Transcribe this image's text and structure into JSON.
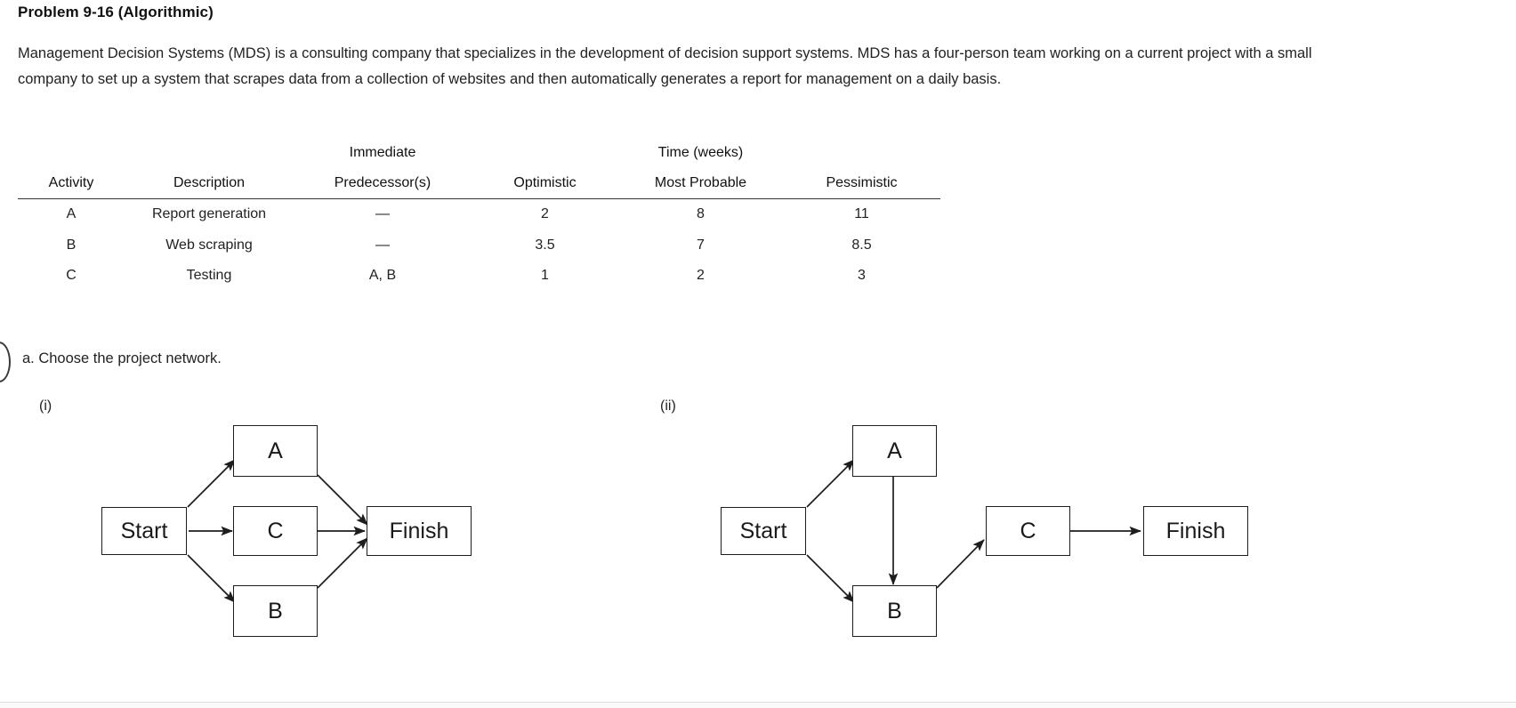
{
  "problem": {
    "title": "Problem 9-16 (Algorithmic)",
    "intro": "Management Decision Systems (MDS) is a consulting company that specializes in the development of decision support systems. MDS has a four-person team working on a current project with a small company to set up a system that scrapes data from a collection of websites and then automatically generates a report for management on a daily basis."
  },
  "table": {
    "group_headers": {
      "immediate": "Immediate",
      "time": "Time (weeks)"
    },
    "columns": [
      "Activity",
      "Description",
      "Predecessor(s)",
      "Optimistic",
      "Most Probable",
      "Pessimistic"
    ],
    "rows": [
      {
        "activity": "A",
        "description": "Report generation",
        "predecessors": "—",
        "optimistic": "2",
        "most_probable": "8",
        "pessimistic": "11"
      },
      {
        "activity": "B",
        "description": "Web scraping",
        "predecessors": "—",
        "optimistic": "3.5",
        "most_probable": "7",
        "pessimistic": "8.5"
      },
      {
        "activity": "C",
        "description": "Testing",
        "predecessors": "A, B",
        "optimistic": "1",
        "most_probable": "2",
        "pessimistic": "3"
      }
    ]
  },
  "question": {
    "part_a": "a. Choose the project network."
  },
  "networks": [
    {
      "label": "(i)",
      "nodes": [
        {
          "id": "start",
          "text": "Start"
        },
        {
          "id": "a",
          "text": "A"
        },
        {
          "id": "c",
          "text": "C"
        },
        {
          "id": "b",
          "text": "B"
        },
        {
          "id": "finish",
          "text": "Finish"
        }
      ],
      "edges": [
        {
          "from": "start",
          "to": "a"
        },
        {
          "from": "start",
          "to": "c"
        },
        {
          "from": "start",
          "to": "b"
        },
        {
          "from": "a",
          "to": "finish"
        },
        {
          "from": "c",
          "to": "finish"
        },
        {
          "from": "b",
          "to": "finish"
        }
      ]
    },
    {
      "label": "(ii)",
      "nodes": [
        {
          "id": "start",
          "text": "Start"
        },
        {
          "id": "a",
          "text": "A"
        },
        {
          "id": "b",
          "text": "B"
        },
        {
          "id": "c",
          "text": "C"
        },
        {
          "id": "finish",
          "text": "Finish"
        }
      ],
      "edges": [
        {
          "from": "start",
          "to": "a"
        },
        {
          "from": "start",
          "to": "b"
        },
        {
          "from": "a",
          "to": "b"
        },
        {
          "from": "b",
          "to": "c"
        },
        {
          "from": "c",
          "to": "finish"
        }
      ]
    }
  ],
  "colors": {
    "text": "#222222",
    "rule": "#333333",
    "box_border": "#1d1d1d",
    "divider": "#dddddd"
  }
}
